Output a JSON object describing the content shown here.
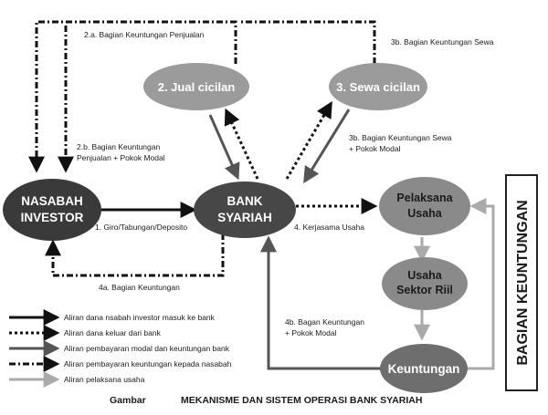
{
  "nodes": {
    "nasabah": [
      "NASABAH",
      "INVESTOR"
    ],
    "bank": [
      "BANK",
      "SYARIAH"
    ],
    "jual": "2. Jual cicilan",
    "sewa": "3. Sewa cicilan",
    "pelaksana": [
      "Pelaksana",
      "Usaha"
    ],
    "usaha": [
      "Usaha",
      "Sektor Riil"
    ],
    "keuntungan": "Keuntungan"
  },
  "labels": {
    "l2a": "2.a. Bagian Keuntungan Penjualan",
    "l3b_top": "3b. Bagian Keuntungan Sewa",
    "l2b": [
      "2.b. Bagian Keuntungan",
      "Penjualan + Pokok Modal"
    ],
    "l3b_mid": [
      "3b. Bagian Keuntungan Sewa",
      "+ Pokok Modal"
    ],
    "l1": "1. Giro/Tabungan/Deposito",
    "l4": "4. Kerjasama Usaha",
    "l4a": "4a. Bagian Keuntungan",
    "l4b": [
      "4b. Bagan Keuntungan",
      "+ Pokok Modal"
    ]
  },
  "side_label": "BAGIAN KEUNTUNGAN",
  "legend": [
    "Aliran dana nsabah investor masuk ke bank",
    "Aliran dana keluar dari bank",
    "Aliran pembayaran modal dan keuntungan bank",
    "Aliran pembayaran keuntungan kepada nasabah",
    "Aliran pelaksana usaha"
  ],
  "caption": {
    "prefix": "Gambar",
    "title": "MEKANISME DAN SISTEM OPERASI BANK SYARIAH"
  }
}
